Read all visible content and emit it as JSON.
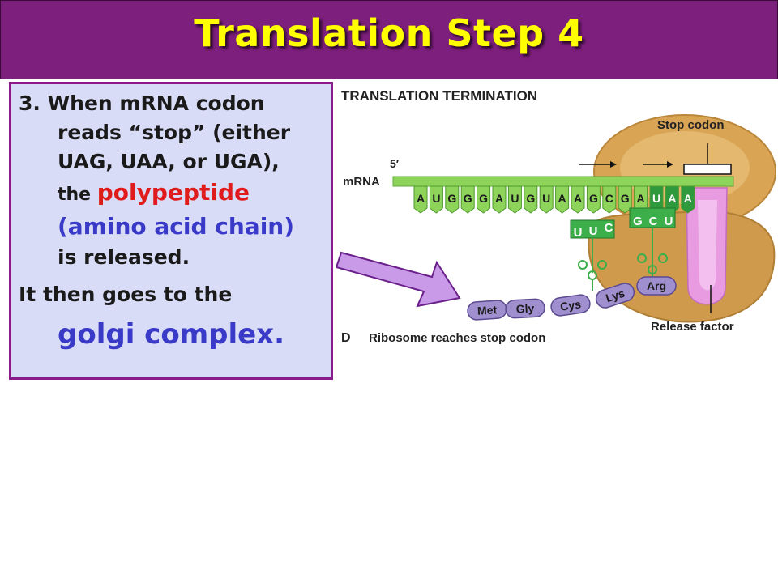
{
  "slide": {
    "title": "Translation Step 4",
    "text": {
      "line1": "3. When mRNA codon",
      "line2": "reads “stop” (either",
      "line3": "UAG, UAA, or UGA),",
      "line4a": "the ",
      "line4b": "polypeptide",
      "line5": "(amino acid chain)",
      "line6": "is released.",
      "line7": "It then goes to the",
      "line8": "golgi complex."
    }
  },
  "figure": {
    "heading": "TRANSLATION TERMINATION",
    "mrna_label": "mRNA",
    "five_prime": "5′",
    "bases": [
      "A",
      "U",
      "G",
      "G",
      "G",
      "A",
      "U",
      "G",
      "U",
      "A",
      "A",
      "G",
      "C",
      "G",
      "A",
      "U",
      "A",
      "A"
    ],
    "trna1_anticodon": [
      "U",
      "U",
      "C"
    ],
    "trna2_anticodon": [
      "G",
      "C",
      "U"
    ],
    "amino_acids": [
      "Met",
      "Gly",
      "Cys",
      "Lys",
      "Arg"
    ],
    "stop_codon_label": "Stop codon",
    "release_factor_label": "Release factor",
    "panel_letter": "D",
    "caption": "Ribosome reaches stop codon",
    "colors": {
      "title_bg": "#7d1f7d",
      "title_text": "#ffff00",
      "text_box_bg": "#d9dcf6",
      "mrna_green": "#8fd45a",
      "trna_green": "#3cae4a",
      "ribosome": "#d9a555",
      "release_factor": "#e89be0",
      "amino_acid": "#a08fcf",
      "arrow": "#c89ae8"
    }
  }
}
